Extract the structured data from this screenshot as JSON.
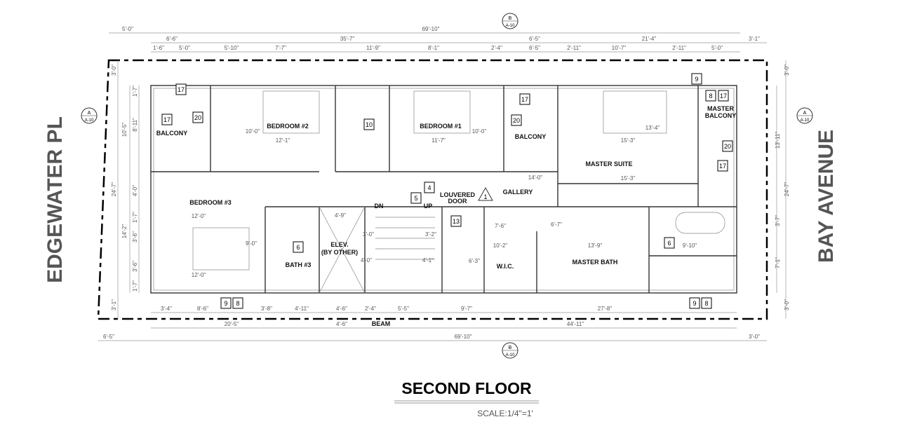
{
  "title": "SECOND FLOOR",
  "scale": "SCALE:1/4\"=1'",
  "streets": {
    "left": "EDGEWATER PL",
    "right": "BAY AVENUE"
  },
  "rooms": [
    "BALCONY",
    "BEDROOM #2",
    "BEDROOM #1",
    "BALCONY",
    "MASTER SUITE",
    "MASTER",
    "BALCONY",
    "BEDROOM #3",
    "BATH #3",
    "ELEV.",
    "(BY OTHER)",
    "GALLERY",
    "W.I.C.",
    "MASTER BATH",
    "DN",
    "UP",
    "LOUVERED",
    "DOOR",
    "BEAM"
  ],
  "dims_top": [
    "5'-0\"",
    "69'-10\"",
    "6'-6\"",
    "35'-7\"",
    "6'-5\"",
    "21'-4\"",
    "3'-1\"",
    "1'-6\"",
    "5'-0\"",
    "5'-10\"",
    "7'-7\"",
    "11'-9\"",
    "8'-1\"",
    "2'-4\"",
    "6'-5\"",
    "2'-11\"",
    "10'-7\"",
    "2'-11\"",
    "5'-0\""
  ],
  "dims_bottom": [
    "3'-4\"",
    "8'-6\"",
    "3'-8\"",
    "4'-11\"",
    "4'-6\"",
    "2'-4\"",
    "5'-5\"",
    "9'-7\"",
    "27'-8\"",
    "20'-5\"",
    "4'-6\"",
    "44'-11\"",
    "6'-5\"",
    "69'-10\"",
    "3'-0\""
  ],
  "dims_left": [
    "3'-0\"",
    "10'-5\"",
    "24'-7\"",
    "14'-2\"",
    "3'-1\"",
    "1'-7\"",
    "8'-11\"",
    "4'-0\"",
    "1'-7\"",
    "3'-6\"",
    "3'-6\"",
    "1'-7\""
  ],
  "dims_right": [
    "3'-0\"",
    "13'-11\"",
    "24'-7\"",
    "3'-7\"",
    "7'-1\"",
    "3'-0\""
  ],
  "dims_interior": [
    "12'-1\"",
    "11'-7\"",
    "15'-3\"",
    "15'-3\"",
    "12'-0\"",
    "12'-0\"",
    "4'-9\"",
    "3'-0\"",
    "4'-0\"",
    "3'-2\"",
    "4'-1\"",
    "7'-6\"",
    "10'-2\"",
    "13'-9\"",
    "9'-10\"",
    "14'-0\"",
    "10'-0\"",
    "10'-0\"",
    "13'-4\"",
    "9'-0\"",
    "6'-3\"",
    "6'-7\""
  ],
  "tags": [
    "17",
    "20",
    "17",
    "10",
    "17",
    "20",
    "9",
    "8",
    "17",
    "20",
    "17",
    "5",
    "4",
    "13",
    "6",
    "6",
    "9",
    "8",
    "9",
    "8"
  ],
  "section_markers": [
    {
      "letter": "B",
      "sheet": "A-10"
    },
    {
      "letter": "B",
      "sheet": "A-10"
    },
    {
      "letter": "A",
      "sheet": "A-10"
    },
    {
      "letter": "A",
      "sheet": "A-10"
    }
  ],
  "revision": "1"
}
